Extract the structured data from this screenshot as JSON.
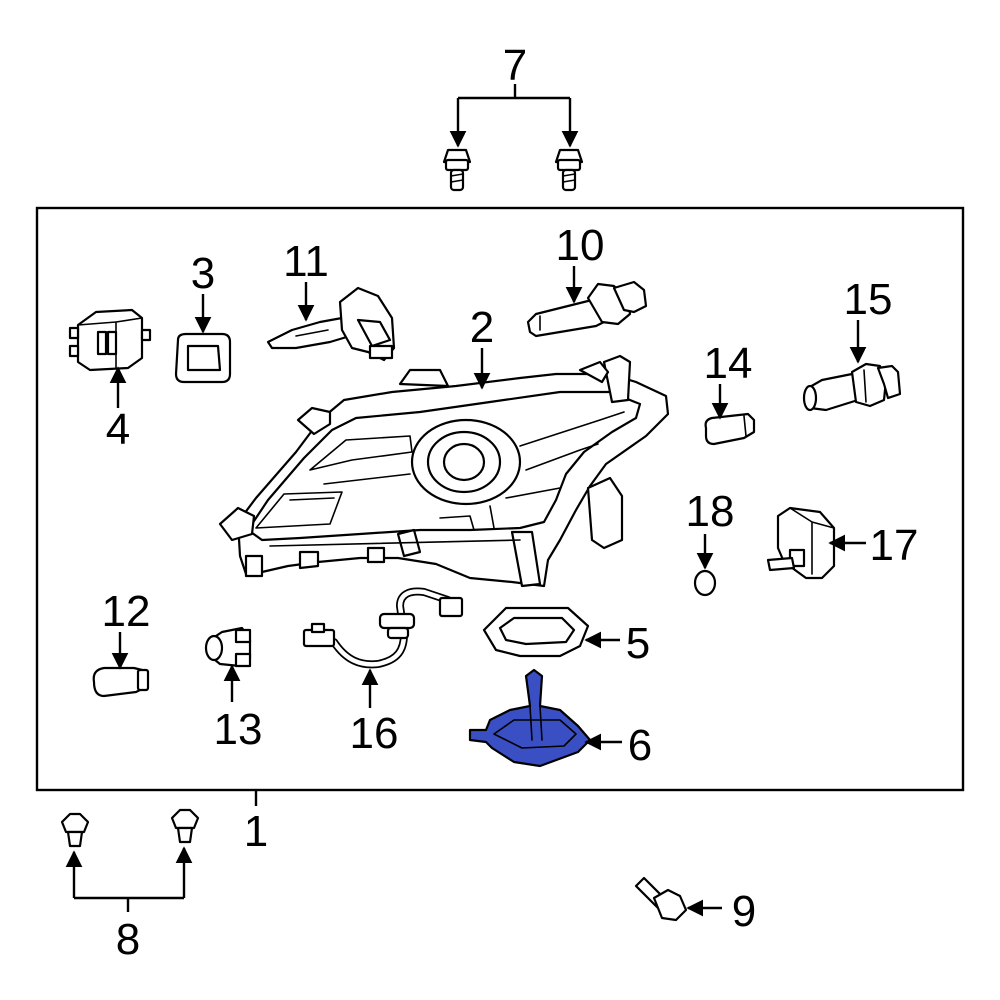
{
  "diagram": {
    "highlight_color": "#3b4fc4",
    "callouts": {
      "c1": "1",
      "c2": "2",
      "c3": "3",
      "c4": "4",
      "c5": "5",
      "c6": "6",
      "c7": "7",
      "c8": "8",
      "c9": "9",
      "c10": "10",
      "c11": "11",
      "c12": "12",
      "c13": "13",
      "c14": "14",
      "c15": "15",
      "c16": "16",
      "c17": "17",
      "c18": "18"
    }
  }
}
